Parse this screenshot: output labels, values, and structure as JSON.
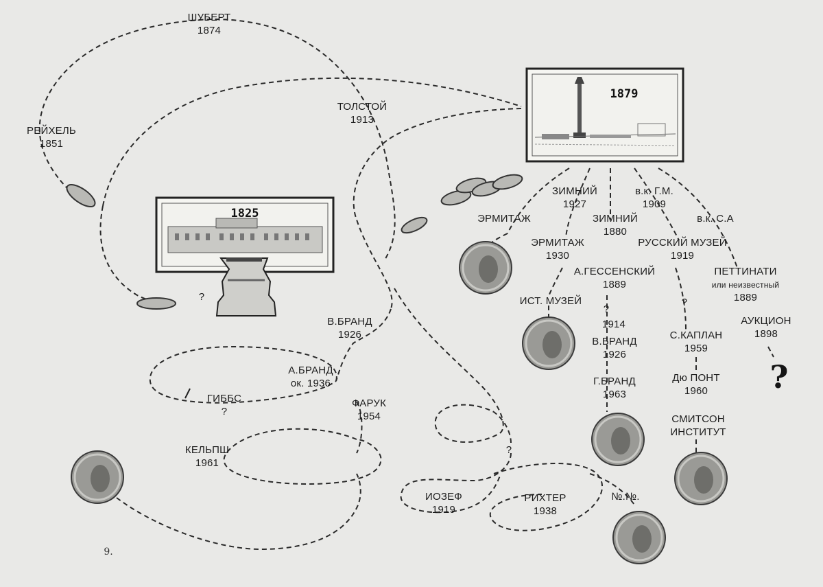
{
  "pictures": [
    {
      "year": "1825"
    },
    {
      "year": "1879"
    }
  ],
  "labels": [
    {
      "key": "schubert",
      "lines": [
        "ШУБЕРТ",
        "1874"
      ]
    },
    {
      "key": "reichel",
      "lines": [
        "РЕЙХЕЛЬ",
        "1851"
      ]
    },
    {
      "key": "tolstoy",
      "lines": [
        "ТОЛСТОЙ",
        "1913"
      ]
    },
    {
      "key": "hermitage",
      "lines": [
        "ЭРМИТАЖ"
      ]
    },
    {
      "key": "winter-1927",
      "lines": [
        "ЗИМНИЙ",
        "1927"
      ]
    },
    {
      "key": "vk-gm",
      "lines": [
        "в.к. Г.М.",
        "1909"
      ]
    },
    {
      "key": "winter-1880",
      "lines": [
        "ЗИМНИЙ",
        "1880"
      ]
    },
    {
      "key": "vk-sa",
      "lines": [
        "в.к. С.А"
      ]
    },
    {
      "key": "hermitage-1930",
      "lines": [
        "ЭРМИТАЖ",
        "1930"
      ]
    },
    {
      "key": "russian-museum",
      "lines": [
        "РУССКИЙ МУЗЕЙ",
        "1919"
      ]
    },
    {
      "key": "hessensky",
      "lines": [
        "А.ГЕССЕНСКИЙ",
        "1889"
      ]
    },
    {
      "key": "pettinati",
      "lines": [
        "ПЕТТИНАТИ",
        "или неизвестный",
        "1889"
      ]
    },
    {
      "key": "hist-museum",
      "lines": [
        "ИСТ. МУЗЕЙ"
      ]
    },
    {
      "key": "q-hessensky",
      "lines": [
        "?"
      ]
    },
    {
      "key": "y1914",
      "lines": [
        "1914"
      ]
    },
    {
      "key": "q-russian",
      "lines": [
        "?"
      ]
    },
    {
      "key": "auction",
      "lines": [
        "АУКЦИОН",
        "1898"
      ]
    },
    {
      "key": "vbrand-right",
      "lines": [
        "В.БРАНД",
        "1926"
      ]
    },
    {
      "key": "kaplan",
      "lines": [
        "С.КАПЛАН",
        "1959"
      ]
    },
    {
      "key": "gbrand",
      "lines": [
        "Г.БРАНД",
        "1963"
      ]
    },
    {
      "key": "dupont",
      "lines": [
        "Дю ПОНТ",
        "1960"
      ]
    },
    {
      "key": "smithson",
      "lines": [
        "СМИТСОН",
        "ИНСТИТУТ"
      ]
    },
    {
      "key": "vbrand-left",
      "lines": [
        "В.БРАНД",
        "1926"
      ]
    },
    {
      "key": "abrand",
      "lines": [
        "А.БРАНД",
        "ок. 1936"
      ]
    },
    {
      "key": "gibbs",
      "lines": [
        "ГИББС",
        "?"
      ]
    },
    {
      "key": "faruk",
      "lines": [
        "ФАРУК",
        "1954"
      ]
    },
    {
      "key": "kelpsh",
      "lines": [
        "КЕЛЬПШ",
        "1961"
      ]
    },
    {
      "key": "q-center",
      "lines": [
        "?"
      ]
    },
    {
      "key": "q-left",
      "lines": [
        "?"
      ]
    },
    {
      "key": "josef",
      "lines": [
        "ИОЗЕФ",
        "1919"
      ]
    },
    {
      "key": "richter",
      "lines": [
        "РИХТЕР",
        "1938"
      ]
    },
    {
      "key": "nn",
      "lines": [
        "№.№."
      ]
    }
  ],
  "big_question": "?",
  "page_mark": "9."
}
